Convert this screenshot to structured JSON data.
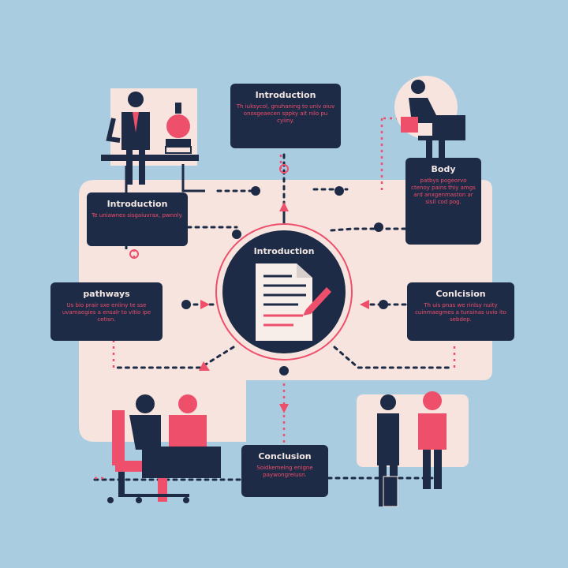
{
  "colors": {
    "background": "#a9cce0",
    "panel": "#f7e4df",
    "navy": "#1d2b46",
    "accent": "#ee4f6b",
    "title_text": "#f3e7e4"
  },
  "center": {
    "title": "Introduction",
    "icon": "document-pen-icon"
  },
  "boxes": {
    "top": {
      "title": "Introduction",
      "text": "Th iuksycol, gnuhaning to univ oiuv onosgeaecen sppky ait nilo pu cyiiny."
    },
    "left_upper": {
      "title": "Introduction",
      "text": "Te uniawnes sisgaiuvrax, pwnnly."
    },
    "left_lower": {
      "title": "pathways",
      "text": "Us bio prair sxe eniiny te sse uvamaegies a ensalr to vitio ipe cetisn."
    },
    "right_upper": {
      "title": "Body",
      "text": "patbys pogeorvo ctenoy pains thiy amgs ard anxgenmaston ar sisil cod pog."
    },
    "right_lower": {
      "title": "Conlcision",
      "text": "Th uis pnas we rinlsy nuity cuinmaegmes a tunsinas uvio ito sebdep."
    },
    "bottom": {
      "title": "Conclusion",
      "text": "Soidkemelng enigne paywongreiusn."
    }
  },
  "illustrations": [
    "presenter-at-desk-icon",
    "person-at-laptop-icon",
    "two-people-meeting-icon",
    "two-people-standing-icon"
  ]
}
